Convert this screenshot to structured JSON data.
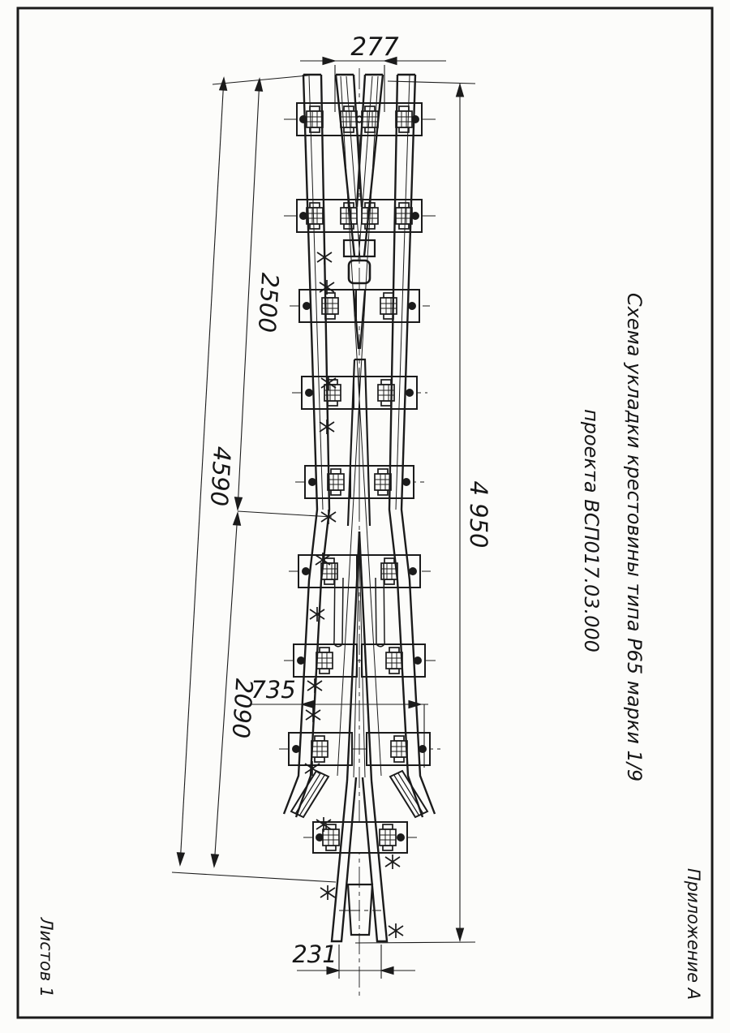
{
  "document": {
    "kind": "engineering-drawing-sheet",
    "language": "ru",
    "appendix_label": "Приложение  А",
    "sheets_label": "Листов 1",
    "title_line1": "Схема укладки крестовины типа Р65 марки 1/9",
    "title_line2": "проекта ВСП017.03.000"
  },
  "dimensions": {
    "top_gauge": "277",
    "upper_segment": "2500",
    "left_total": "4590",
    "lower_segment": "2090",
    "throat_width": "735",
    "right_total": "4 950",
    "tail_width": "231"
  },
  "symbols": {
    "weld_mark": "weld-x-mark",
    "bolt_assembly": "bolt-clamp",
    "plate_hole": "filled-circle"
  },
  "colors": {
    "ink": "#1b1b1b",
    "paper": "#fcfcfa"
  }
}
